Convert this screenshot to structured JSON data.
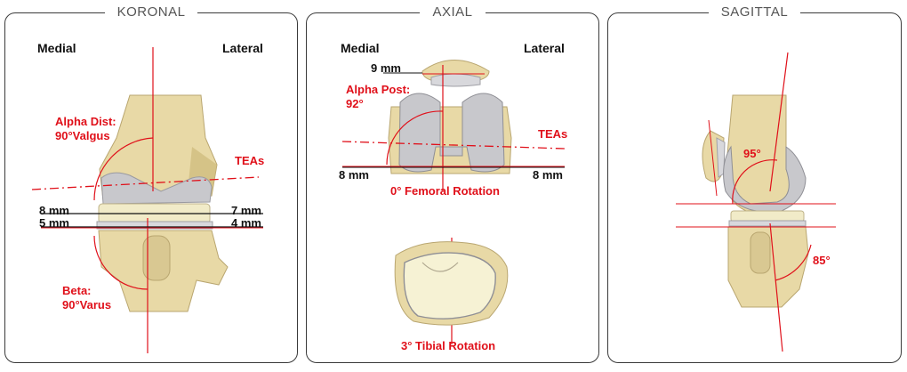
{
  "panels": {
    "koronal": {
      "title": "KORONAL",
      "medial": "Medial",
      "lateral": "Lateral",
      "alpha_dist": "Alpha Dist:",
      "alpha_dist_value": "90°Valgus",
      "teas": "TEAs",
      "left_top": "8 mm",
      "left_bottom": "5 mm",
      "right_top": "7 mm",
      "right_bottom": "4 mm",
      "beta": "Beta:",
      "beta_value": "90°Varus"
    },
    "axial": {
      "title": "AXIAL",
      "medial": "Medial",
      "lateral": "Lateral",
      "top_gap": "9 mm",
      "alpha_post": "Alpha Post:",
      "alpha_post_value": "92°",
      "teas": "TEAs",
      "left_gap": "8 mm",
      "right_gap": "8 mm",
      "femoral_rotation": "0° Femoral Rotation",
      "tibial_rotation": "3° Tibial Rotation"
    },
    "sagittal": {
      "title": "SAGITTAL",
      "angle_top": "95°",
      "angle_bottom": "85°"
    }
  },
  "colors": {
    "annotation_red": "#e0101a",
    "bone": "#e8d9a6",
    "bone_shade": "#cdb97a",
    "implant": "#c8c8cc",
    "border": "#3a3a3a"
  }
}
